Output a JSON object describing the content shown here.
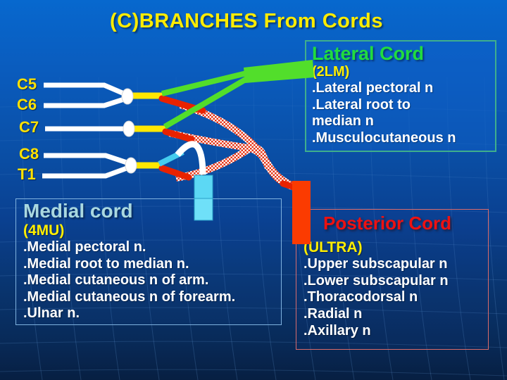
{
  "slide": {
    "title": "(C)BRANCHES From Cords"
  },
  "diagram": {
    "roots": [
      "C5",
      "C6",
      "C7",
      "C8",
      "T1"
    ],
    "shapes": {
      "lateral_cord_bar": "green-bar",
      "medial_cord_bar": "cyan-bar",
      "posterior_cord_bar": "red-bar"
    },
    "colors": {
      "root_label": "#ffe100",
      "trunk_line": "#ffffff",
      "junction": "#ffffff",
      "connector": "#ffe800",
      "lateral_green": "#52de2b",
      "posterior_red": "#e82200",
      "medial_cyan": "#5cd8f4",
      "posterior_bar": "#fb3b01",
      "checker_red": "#e53517"
    }
  },
  "boxes": {
    "lateral": {
      "title": "Lateral Cord",
      "title_color": "#21dc3e",
      "code": "(2LM)",
      "items": [
        ".Lateral pectoral n",
        ".Lateral root to median n",
        ".Musculocutaneous n"
      ]
    },
    "medial": {
      "title": "Medial cord",
      "title_color": "#a9d8e0",
      "code": "(4MU)",
      "items": [
        ".Medial pectoral n.",
        ".Medial root to median n.",
        ".Medial cutaneous n of arm.",
        ".Medial cutaneous n of forearm.",
        ".Ulnar n."
      ]
    },
    "posterior": {
      "title": "Posterior Cord",
      "title_color": "#ee1111",
      "code": "(ULTRA)",
      "items": [
        ".Upper subscapular n",
        ".Lower subscapular n",
        ".Thoracodorsal n",
        ".Radial n",
        ".Axillary n"
      ]
    }
  },
  "background": {
    "top_color": "#0768ce",
    "bottom_color": "#071f42",
    "grid_color": "#6fa6e0",
    "title_color": "#ffec00"
  }
}
